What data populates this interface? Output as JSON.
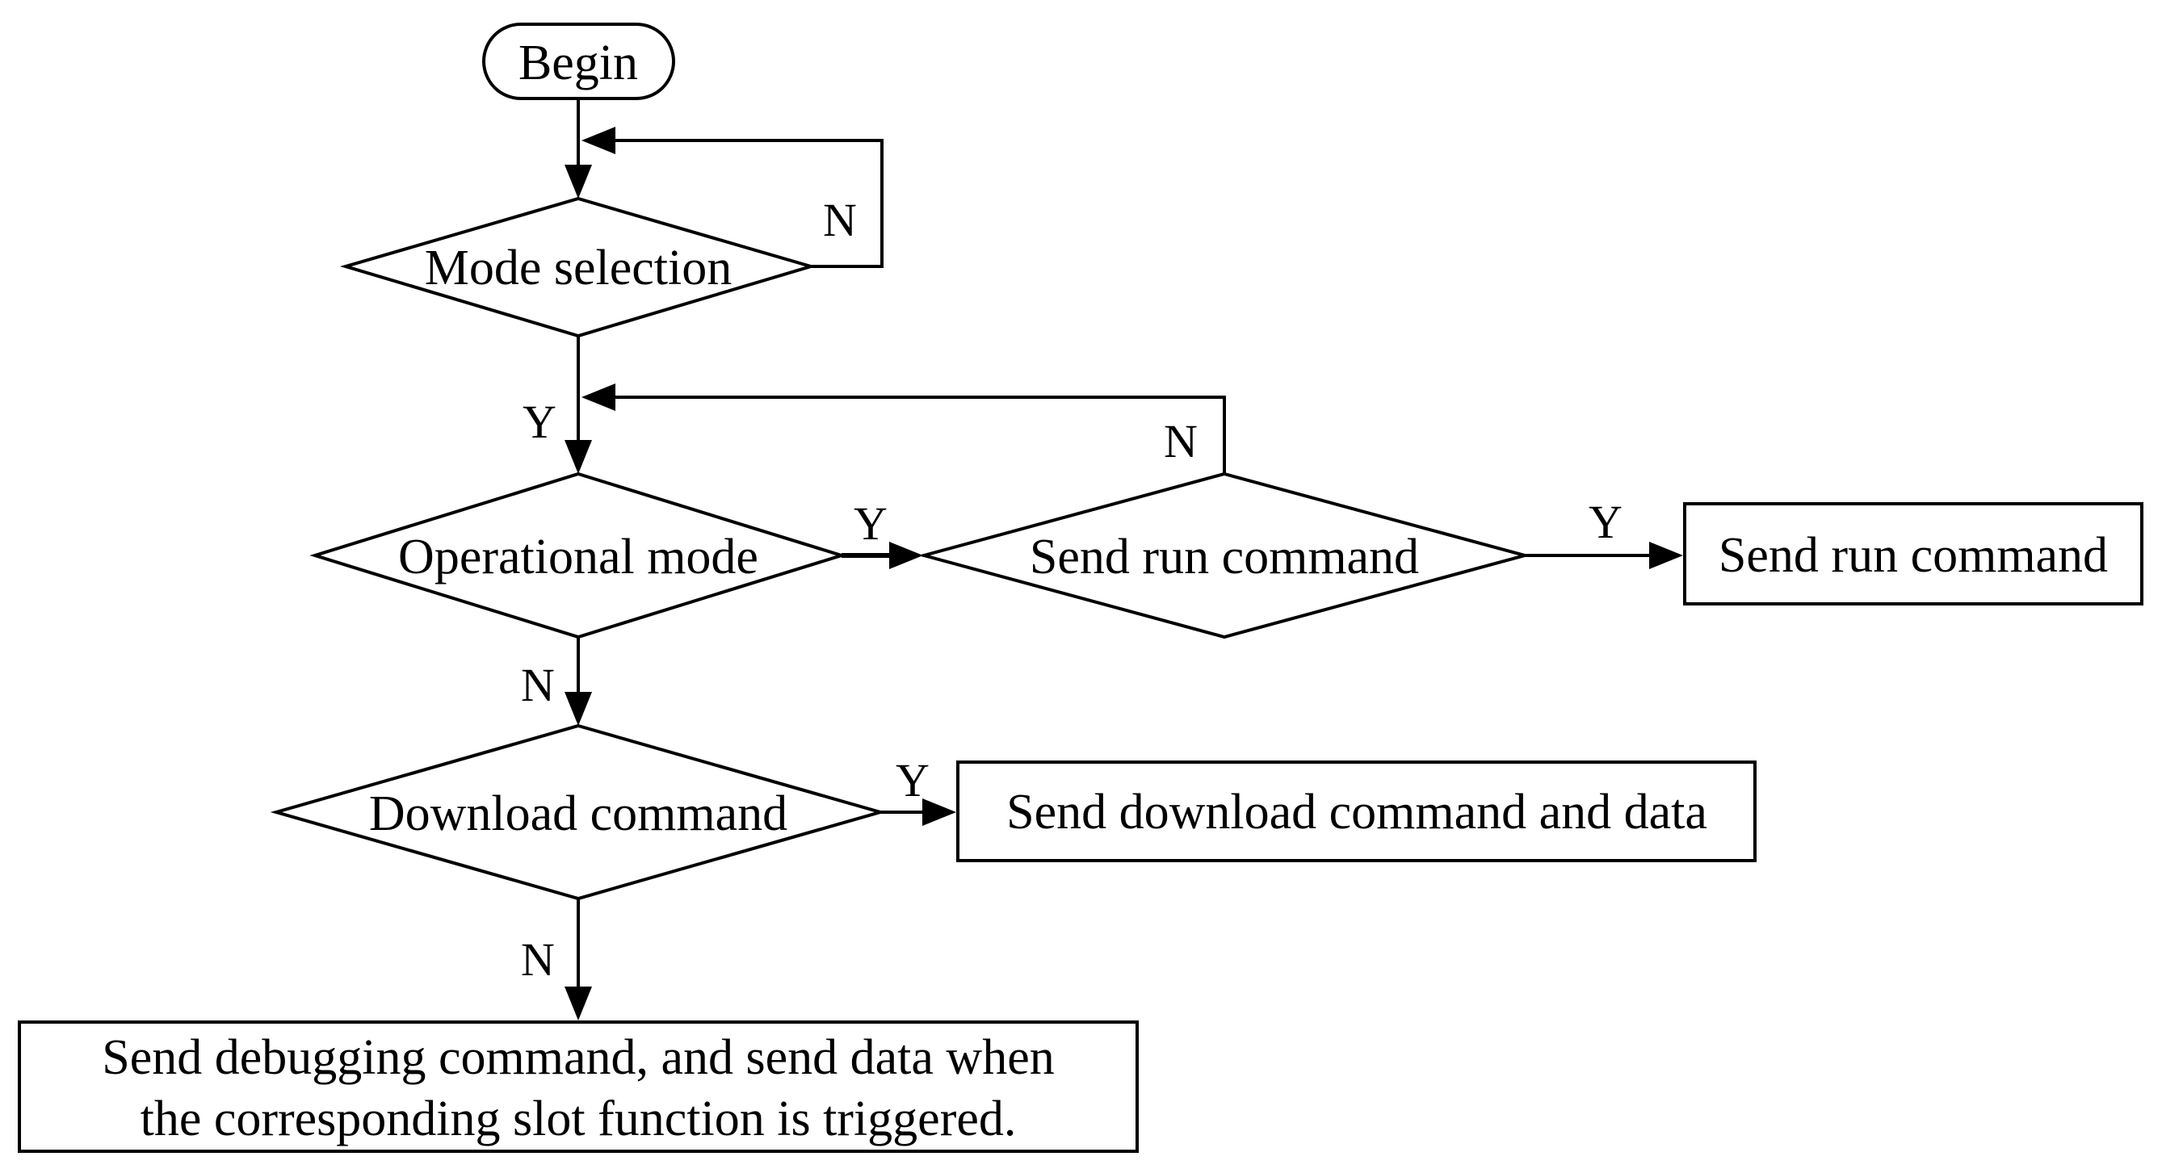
{
  "diagram": {
    "type": "flowchart",
    "background_color": "#ffffff",
    "stroke_color": "#000000",
    "nodes": {
      "begin": {
        "shape": "terminal",
        "label": "Begin"
      },
      "mode_selection": {
        "shape": "decision",
        "label": "Mode selection"
      },
      "operational_mode": {
        "shape": "decision",
        "label": "Operational mode"
      },
      "send_run_command_decision": {
        "shape": "decision",
        "label": "Send run command"
      },
      "send_run_command_process": {
        "shape": "process",
        "label": "Send run command"
      },
      "download_command": {
        "shape": "decision",
        "label": "Download command"
      },
      "send_download_process": {
        "shape": "process",
        "label": "Send download command and data"
      },
      "send_debugging_process": {
        "shape": "process",
        "label_line1": "Send debugging command, and send data when",
        "label_line2": "the corresponding slot function is triggered."
      }
    },
    "edge_labels": {
      "mode_selection_no": "N",
      "mode_selection_yes": "Y",
      "send_run_decision_no": "N",
      "operational_mode_yes": "Y",
      "send_run_decision_yes": "Y",
      "operational_mode_no": "N",
      "download_command_yes": "Y",
      "download_command_no": "N"
    }
  }
}
